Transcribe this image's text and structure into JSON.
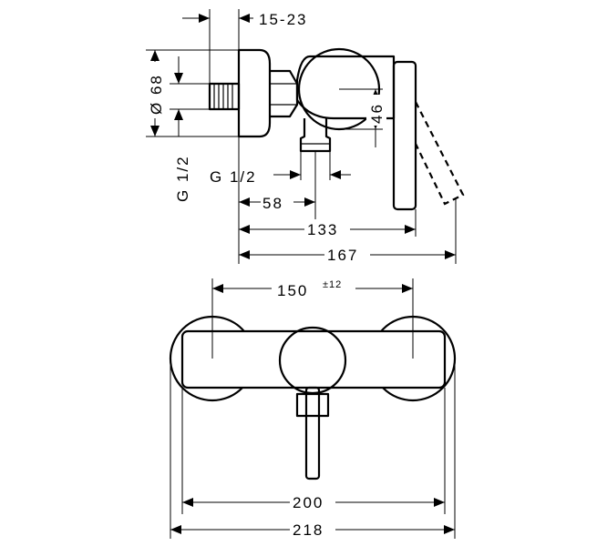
{
  "dimensions": {
    "offset_range": "15-23",
    "diameter_68": "Ø 68",
    "thread_wall": "G 1/2",
    "thread_outlet": "G 1/2",
    "depth_46": "46",
    "depth_58": "58",
    "length_133": "133",
    "length_167": "167",
    "centers_150": "150",
    "centers_tolerance": "±12",
    "width_200": "200",
    "width_218": "218"
  }
}
